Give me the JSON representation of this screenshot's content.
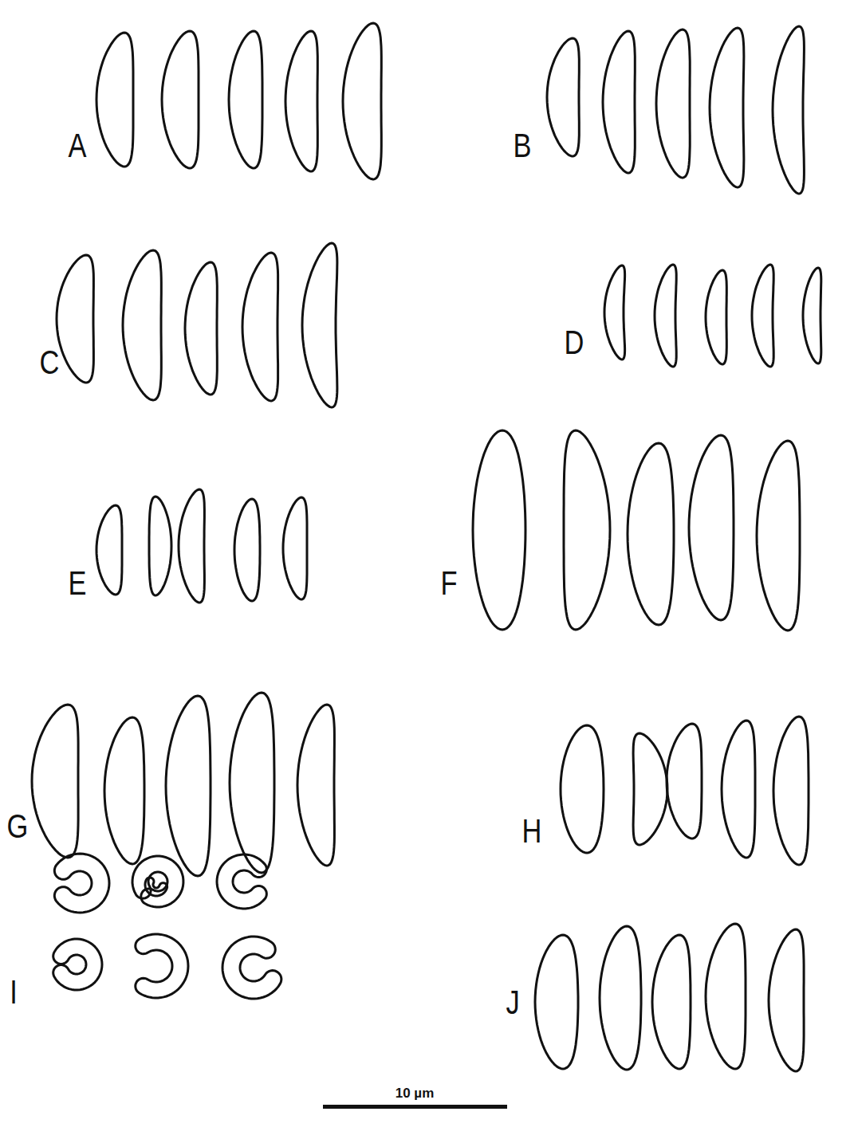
{
  "diagram": {
    "labels": [
      "A",
      "B",
      "C",
      "D",
      "E",
      "F",
      "G",
      "H",
      "I",
      "J",
      "10 µm"
    ]
  }
}
